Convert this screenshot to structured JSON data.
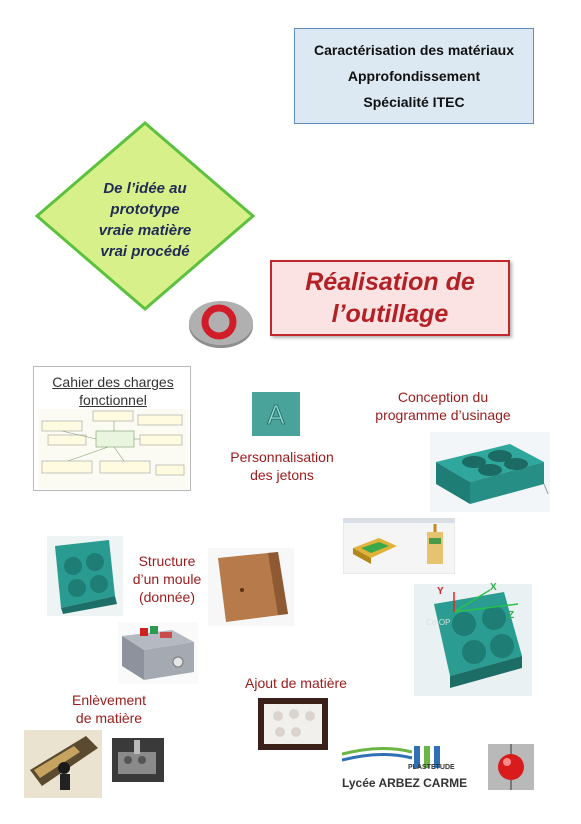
{
  "header": {
    "line1": "Caractérisation des matériaux",
    "line2": "Approfondissement",
    "line3": "Spécialité ITEC"
  },
  "diamond": {
    "line1": "De l’idée au",
    "line2": "prototype",
    "line3": "vraie matière",
    "line4": "vrai procédé"
  },
  "realisation": {
    "line1": "Réalisation de",
    "line2": "l’outillage"
  },
  "cahier": {
    "title_line1": "Cahier des charges",
    "title_line2": "fonctionnel"
  },
  "labels": {
    "personnalisation_1": "Personnalisation",
    "personnalisation_2": "des jetons",
    "conception_1": "Conception du",
    "conception_2": "programme d’usinage",
    "structure_1": "Structure",
    "structure_2": "d’un moule",
    "structure_3": "(donnée)",
    "ajout": "Ajout de matière",
    "enlevement_1": "Enlèvement",
    "enlevement_2": "de matière"
  },
  "cad_axes": {
    "y": "Y",
    "x": "X",
    "z": "Z",
    "origin": "Co-OP"
  },
  "logo": {
    "plastetude": "PLASTETUDE",
    "lycee": "Lycée ARBEZ CARME"
  },
  "colors": {
    "header_bg": "#dce9f3",
    "diamond_fill": "#d7f08a",
    "diamond_border": "#5cc23e",
    "real_border": "#c0282d",
    "label_red": "#9b1b1b",
    "mould_teal": "#2b8f86"
  }
}
